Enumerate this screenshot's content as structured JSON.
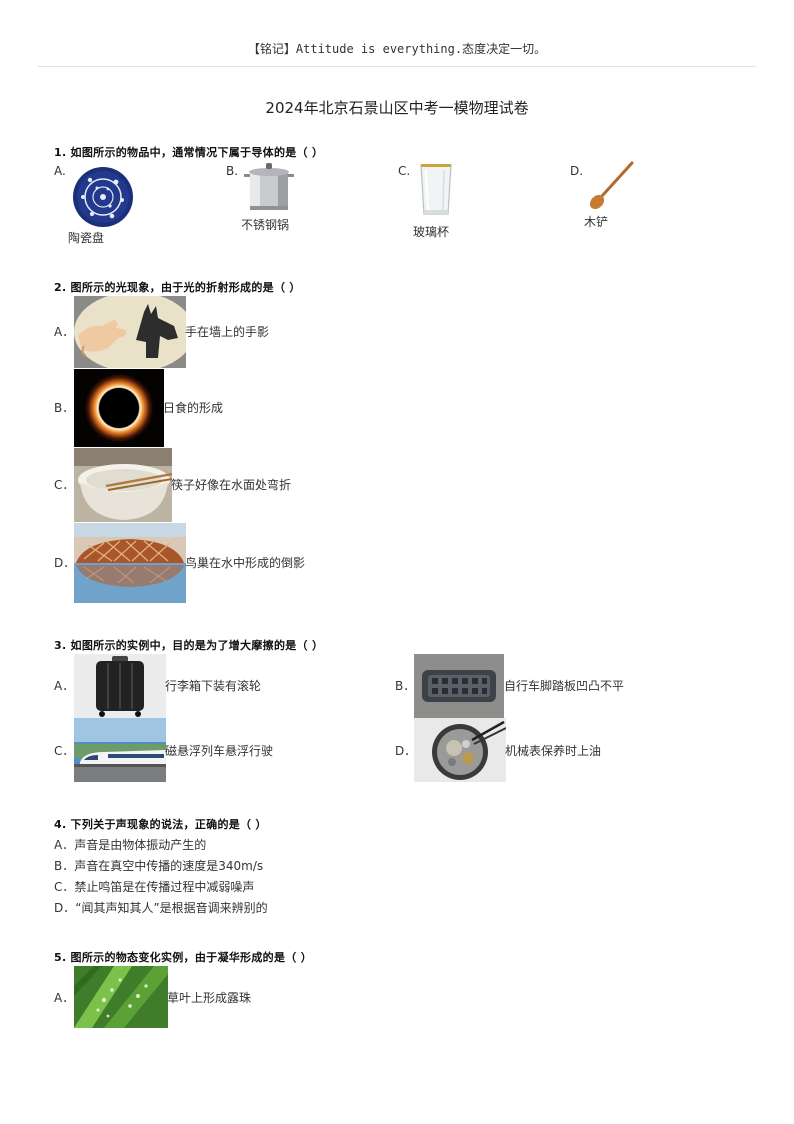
{
  "header": {
    "motto": "【铭记】Attitude is everything.态度决定一切。"
  },
  "title": "2024年北京石景山区中考一模物理试卷",
  "q1": {
    "stem": "1.  如图所示的物品中，通常情况下属于导体的是（      ）",
    "options": [
      {
        "letter": "A.",
        "caption": "陶瓷盘"
      },
      {
        "letter": "B.",
        "caption": "不锈钢锅"
      },
      {
        "letter": "C.",
        "caption": "玻璃杯"
      },
      {
        "letter": "D.",
        "caption": "木铲"
      }
    ]
  },
  "q2": {
    "stem": "2.  图所示的光现象，由于光的折射形成的是（      ）",
    "options": [
      {
        "letter": "A．",
        "caption": "手在墙上的手影"
      },
      {
        "letter": "B．",
        "caption": "日食的形成"
      },
      {
        "letter": "C．",
        "caption": "筷子好像在水面处弯折"
      },
      {
        "letter": "D．",
        "caption": "鸟巢在水中形成的倒影"
      }
    ]
  },
  "q3": {
    "stem": "3.  如图所示的实例中，目的是为了增大摩擦的是（      ）",
    "options": [
      {
        "letter": "A．",
        "caption": "行李箱下装有滚轮"
      },
      {
        "letter": "B．",
        "caption": "自行车脚踏板凹凸不平"
      },
      {
        "letter": "C．",
        "caption": "磁悬浮列车悬浮行驶"
      },
      {
        "letter": "D．",
        "caption": "机械表保养时上油"
      }
    ]
  },
  "q4": {
    "stem": "4.  下列关于声现象的说法，正确的是（      ）",
    "options": [
      "A．声音是由物体振动产生的",
      "B．声音在真空中传播的速度是340m/s",
      "C．禁止鸣笛是在传播过程中减弱噪声",
      "D．“闻其声知其人”是根据音调来辨别的"
    ]
  },
  "q5": {
    "stem": "5.  图所示的物态变化实例，由于凝华形成的是（      ）",
    "options": [
      {
        "letter": "A．",
        "caption": "草叶上形成露珠"
      }
    ]
  }
}
